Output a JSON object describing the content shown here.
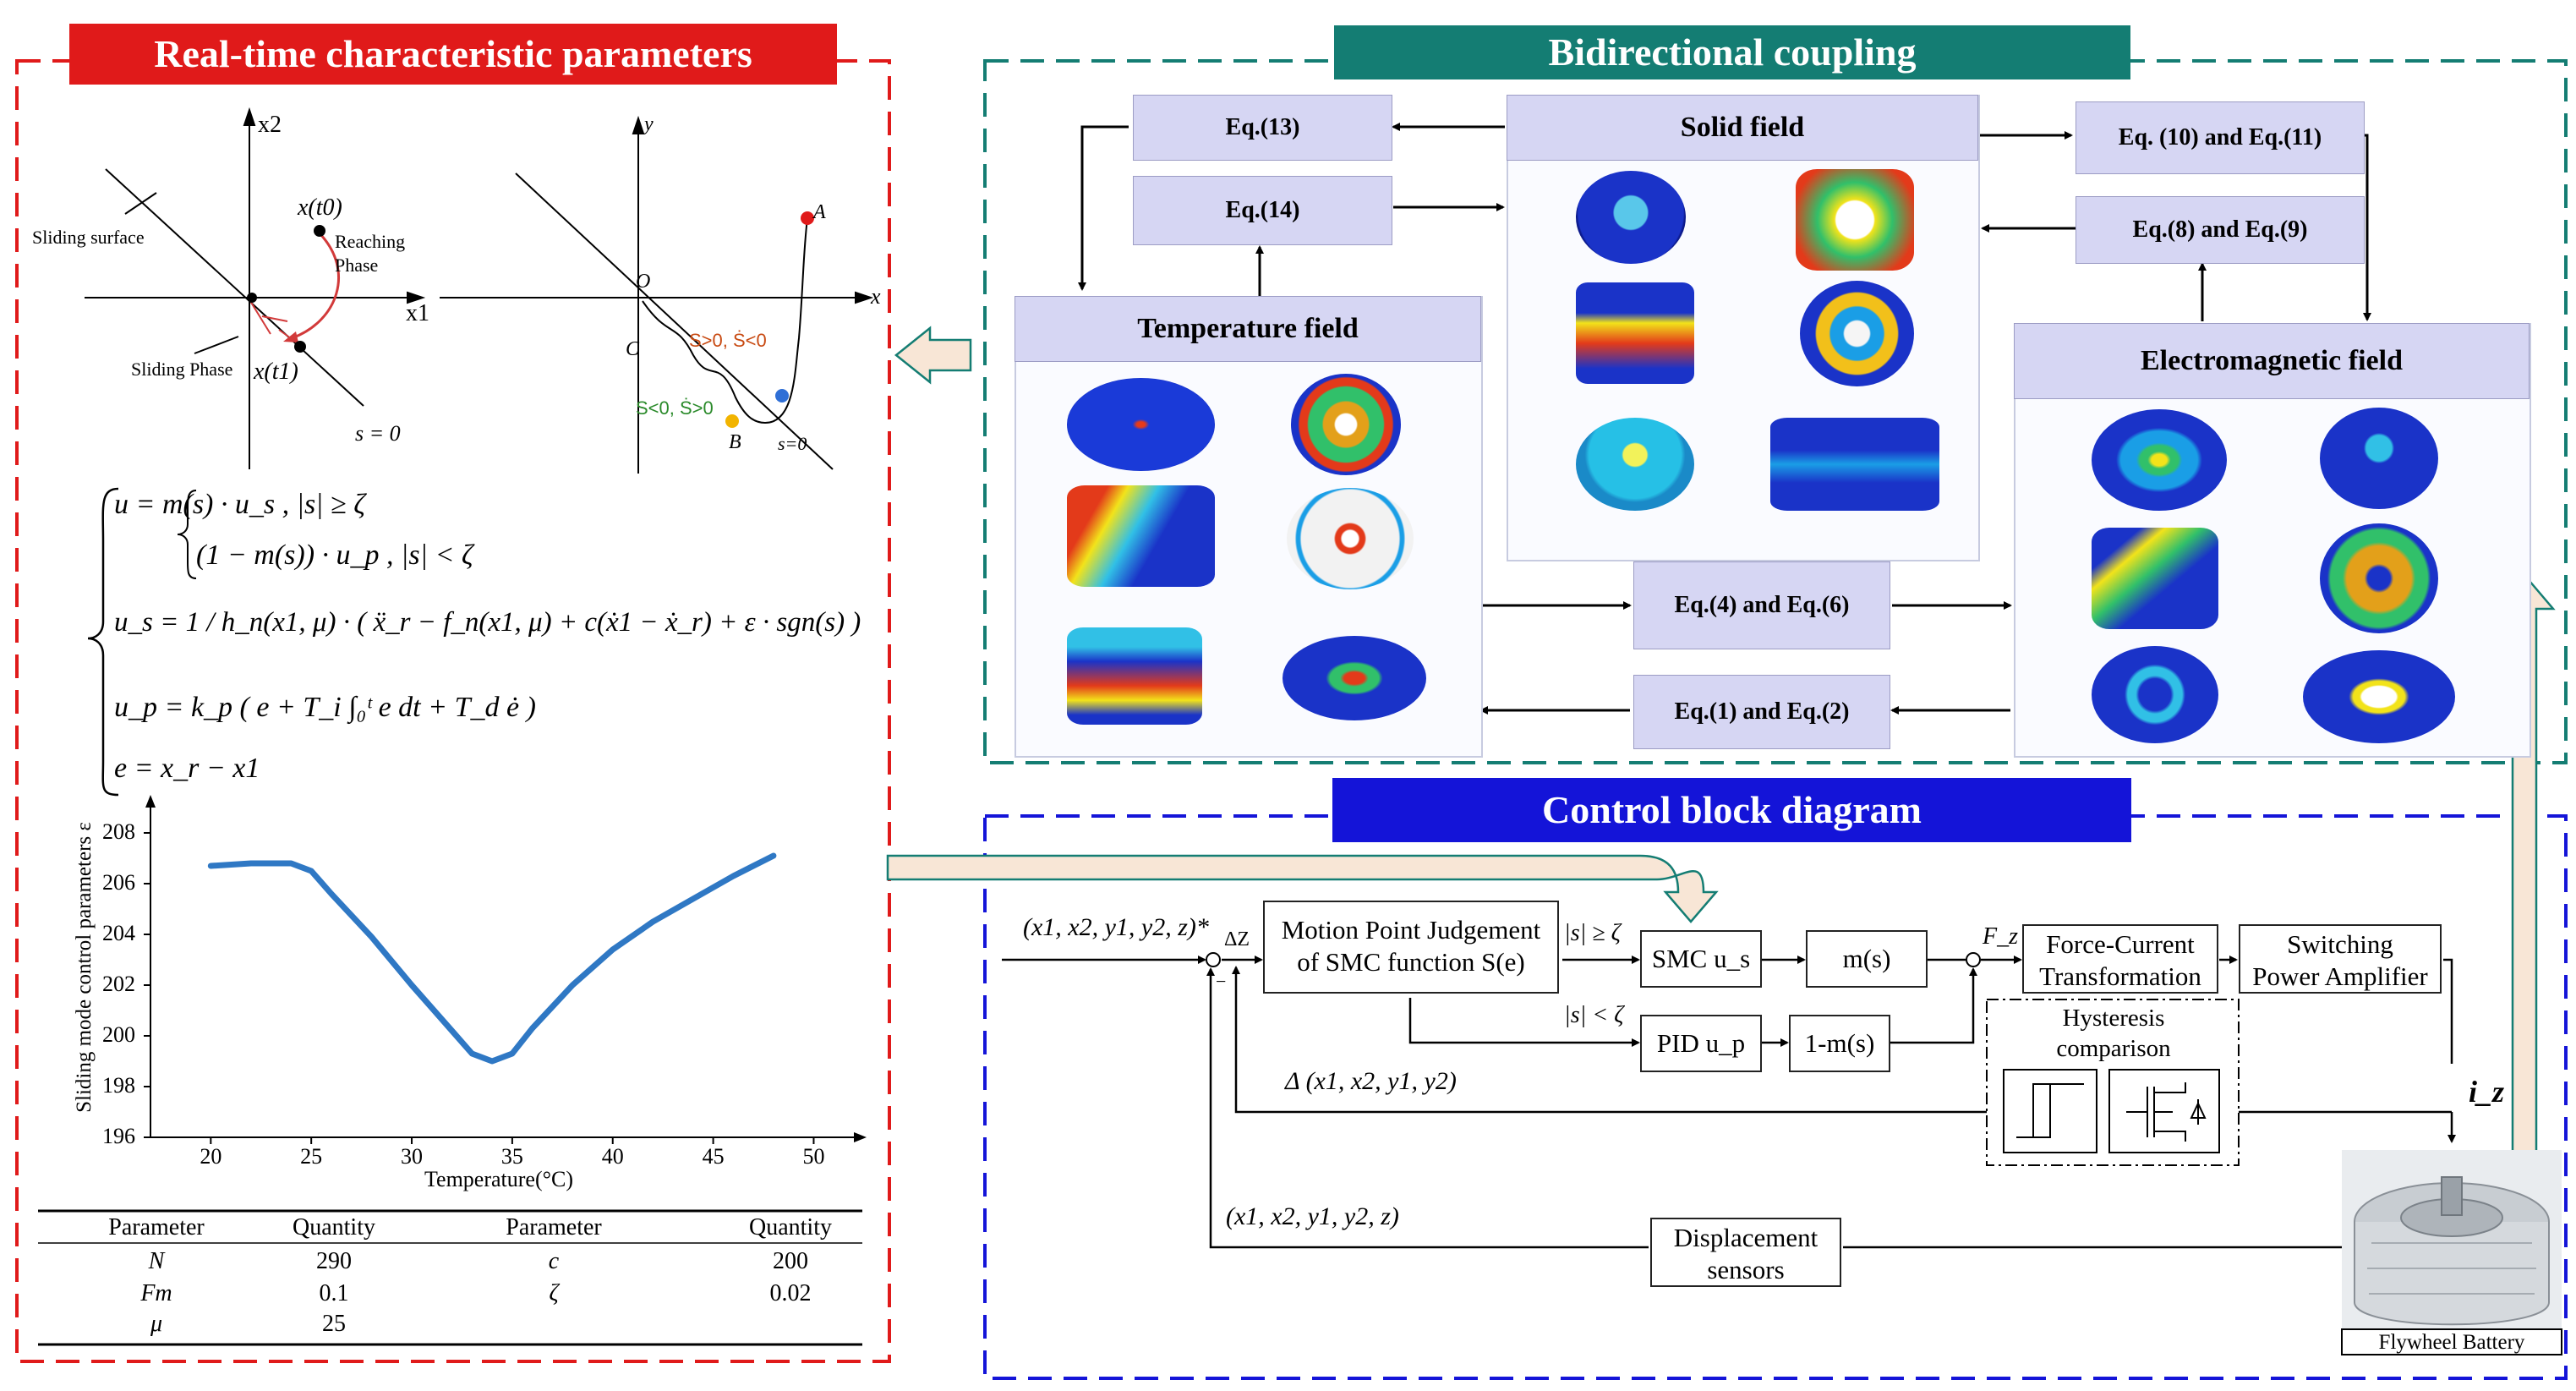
{
  "panels": {
    "realtime": {
      "title": "Real-time characteristic parameters",
      "color": "#e01a1a"
    },
    "coupling": {
      "title": "Bidirectional coupling",
      "color": "#147d73"
    },
    "control": {
      "title": "Control block diagram",
      "color": "#1414d8"
    }
  },
  "phase_plot_left": {
    "axis_x": "x1",
    "axis_y": "x2",
    "sliding_surface": "Sliding surface",
    "x_t0": "x(t0)",
    "reaching_phase": "Reaching\nPhase",
    "sliding_phase": "Sliding Phase",
    "x_t1": "x(t1)",
    "s_zero": "s = 0"
  },
  "phase_plot_right": {
    "axis_x": "x",
    "axis_y": "y",
    "origin": "O",
    "point_a": "A",
    "point_b": "B",
    "point_c": "C",
    "s_pos": "S>0,  Ṡ<0",
    "s_neg": "S<0,  Ṡ>0",
    "s_zero": "s=0"
  },
  "equations": {
    "u_line1": "u  = m(s) · u_s ,  |s| ≥ ζ",
    "u_line2": "(1 − m(s)) · u_p ,  |s| < ζ",
    "us": "u_s = 1 / h_n(x1, μ) · ( ẍ_r − f_n(x1, μ) + c(ẋ1 − ẋ_r) + ε · sgn(s) )",
    "up": "u_p = k_p ( e + T_i ∫₀ᵗ e dt + T_d ė )",
    "e": "e  = x_r − x1"
  },
  "chart_data": {
    "type": "line",
    "xlabel": "Temperature(°C)",
    "ylabel": "Sliding mode control parameters ε",
    "xlim": [
      17,
      52
    ],
    "ylim": [
      196,
      209
    ],
    "x_ticks": [
      "20",
      "25",
      "30",
      "35",
      "40",
      "45",
      "50"
    ],
    "y_ticks": [
      "196",
      "198",
      "200",
      "202",
      "204",
      "206",
      "208"
    ],
    "series": [
      {
        "color": "#2f78c4",
        "x": [
          20,
          22,
          24,
          25,
          26,
          28,
          30,
          32,
          33,
          34,
          35,
          36,
          38,
          40,
          42,
          44,
          46,
          48
        ],
        "y": [
          206.7,
          206.8,
          206.8,
          206.5,
          205.6,
          203.9,
          202.0,
          200.2,
          199.3,
          199.0,
          199.3,
          200.3,
          202.0,
          203.4,
          204.5,
          205.4,
          206.3,
          207.1
        ]
      }
    ]
  },
  "param_table": {
    "headers": [
      "Parameter",
      "Quantity",
      "Parameter",
      "Quantity"
    ],
    "rows": [
      [
        "N",
        "290",
        "c",
        "200"
      ],
      [
        "Fm",
        "0.1",
        "ζ",
        "0.02"
      ],
      [
        "μ",
        "25",
        "",
        ""
      ]
    ]
  },
  "coupling": {
    "eq13": "Eq.(13)",
    "eq14": "Eq.(14)",
    "eq10_11": "Eq. (10) and Eq.(11)",
    "eq8_9": "Eq.(8) and  Eq.(9)",
    "eq4_6": "Eq.(4) and Eq.(6)",
    "eq1_2": "Eq.(1) and Eq.(2)",
    "solid": "Solid field",
    "temperature": "Temperature field",
    "electromagnetic": "Electromagnetic field"
  },
  "control": {
    "input": "(x1, x2, y1, y2, z)*",
    "delta_z": "ΔZ",
    "motion_judgement": "Motion Point Judgement\nof SMC function S(e)",
    "cond_ge": "|s| ≥ ζ",
    "cond_lt": "|s| < ζ",
    "smc": "SMC  u_s",
    "ms": "m(s)",
    "pid": "PID  u_p",
    "one_minus_ms": "1-m(s)",
    "fz": "F_z",
    "force_current": "Force-Current\nTransformation",
    "switching": "Switching\nPower Amplifier",
    "hysteresis": "Hysteresis\ncomparison",
    "delta_fb": "Δ (x1, x2, y1, y2)",
    "iz": "i_z",
    "feedback": "(x1, x2, y1, y2, z)",
    "displacement": "Displacement\nsensors",
    "flywheel": "Flywheel Battery",
    "minus": "−"
  }
}
